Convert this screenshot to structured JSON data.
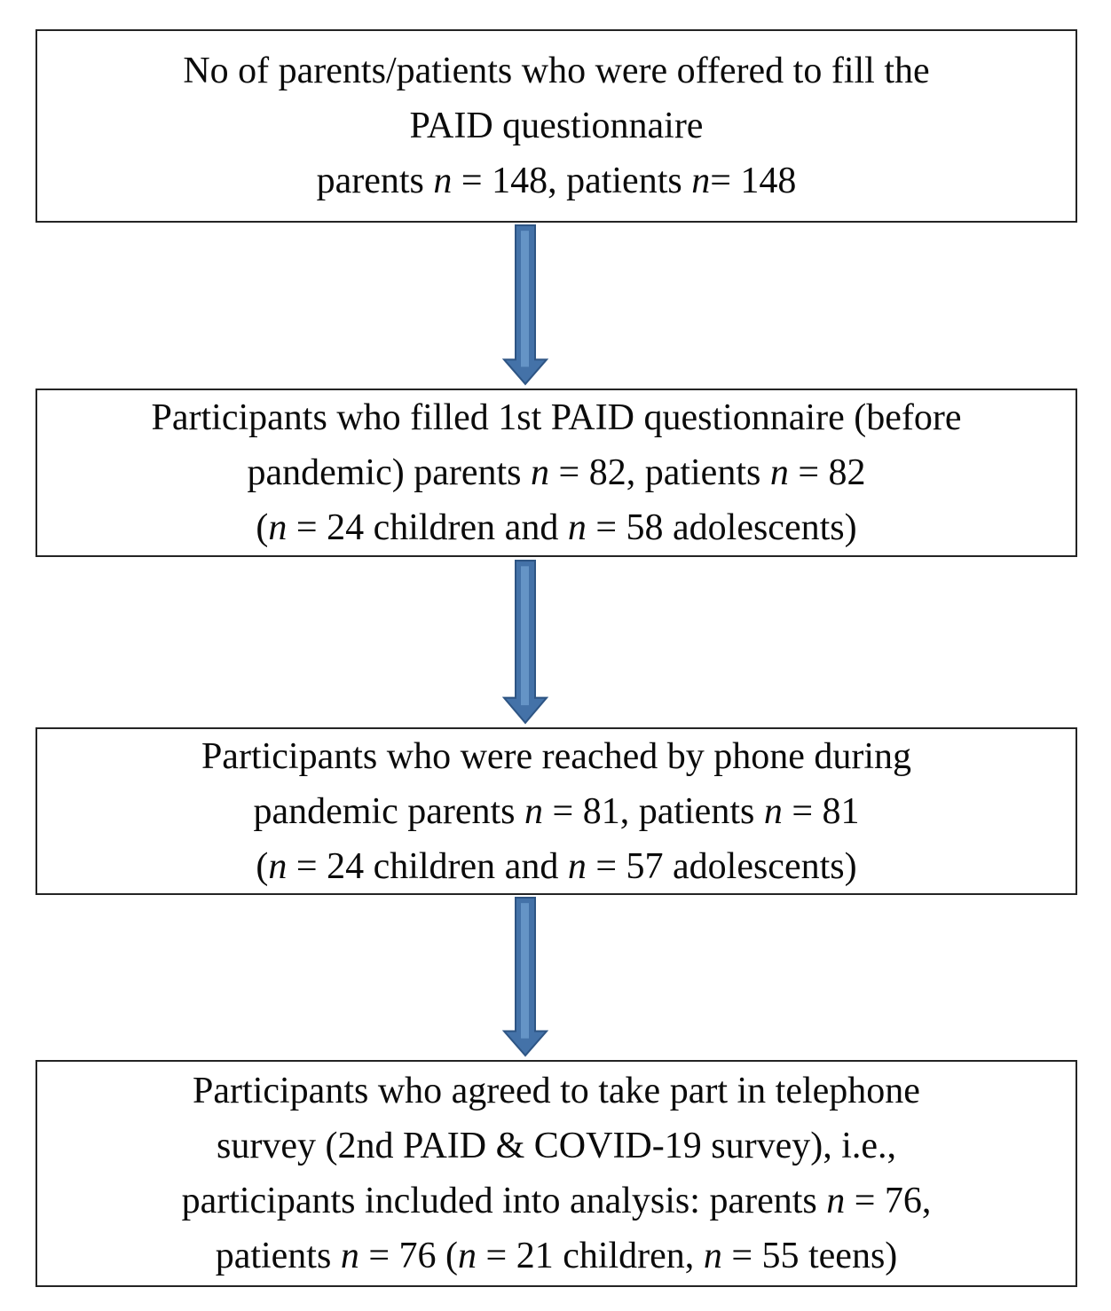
{
  "figure": {
    "type": "flow-diagram",
    "background_color": "#ffffff",
    "box_border_color": "#242424",
    "text_color": "#0b0b0b",
    "arrow_fill": "#4472A8",
    "arrow_border": "#2E5584",
    "arrow_highlight": "#6594C6",
    "boxes": [
      {
        "id": "offered-questionnaire",
        "lines": [
          [
            {
              "t": "No of parents/patients who were offered to fill the"
            }
          ],
          [
            {
              "t": "PAID questionnaire"
            }
          ],
          [
            {
              "t": "parents "
            },
            {
              "t": "n",
              "i": true
            },
            {
              "t": " = 148, patients "
            },
            {
              "t": "n",
              "i": true
            },
            {
              "t": "= 148"
            }
          ]
        ]
      },
      {
        "id": "filled-1st-questionnaire",
        "lines": [
          [
            {
              "t": "Participants who filled 1st PAID questionnaire (before"
            }
          ],
          [
            {
              "t": "pandemic) parents "
            },
            {
              "t": "n",
              "i": true
            },
            {
              "t": " = 82, patients "
            },
            {
              "t": "n",
              "i": true
            },
            {
              "t": " = 82"
            }
          ],
          [
            {
              "t": "("
            },
            {
              "t": "n",
              "i": true
            },
            {
              "t": " = 24 children and "
            },
            {
              "t": "n",
              "i": true
            },
            {
              "t": " = 58 adolescents)"
            }
          ]
        ]
      },
      {
        "id": "reached-by-phone",
        "lines": [
          [
            {
              "t": "Participants who were reached by phone during"
            }
          ],
          [
            {
              "t": "pandemic parents "
            },
            {
              "t": "n",
              "i": true
            },
            {
              "t": " = 81, patients "
            },
            {
              "t": "n",
              "i": true
            },
            {
              "t": " = 81"
            }
          ],
          [
            {
              "t": "("
            },
            {
              "t": "n",
              "i": true
            },
            {
              "t": " = 24 children and "
            },
            {
              "t": "n",
              "i": true
            },
            {
              "t": " = 57 adolescents)"
            }
          ]
        ]
      },
      {
        "id": "agreed-telephone-survey",
        "lines": [
          [
            {
              "t": "Participants who agreed to take part in telephone"
            }
          ],
          [
            {
              "t": "survey (2nd PAID & COVID-19 survey), i.e.,"
            }
          ],
          [
            {
              "t": "participants included into analysis: parents "
            },
            {
              "t": "n",
              "i": true
            },
            {
              "t": " = 76,"
            }
          ],
          [
            {
              "t": "patients "
            },
            {
              "t": "n",
              "i": true
            },
            {
              "t": " = 76 ("
            },
            {
              "t": "n",
              "i": true
            },
            {
              "t": " = 21 children, "
            },
            {
              "t": "n",
              "i": true
            },
            {
              "t": " = 55 teens)"
            }
          ]
        ]
      }
    ]
  }
}
